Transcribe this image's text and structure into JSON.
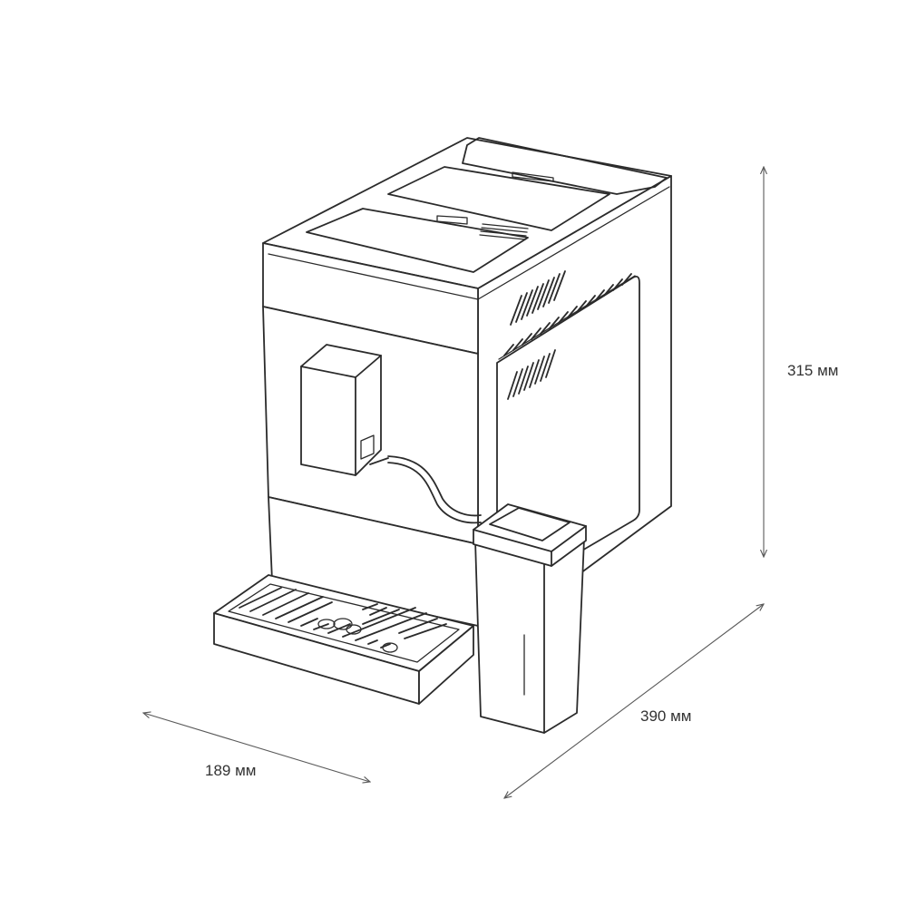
{
  "dimensions": {
    "height": "315 мм",
    "depth": "390 мм",
    "width": "189 мм"
  },
  "colors": {
    "line": "#2b2b2b",
    "dimension_line": "#5a5a5a",
    "label": "#333333",
    "background": "#ffffff"
  }
}
